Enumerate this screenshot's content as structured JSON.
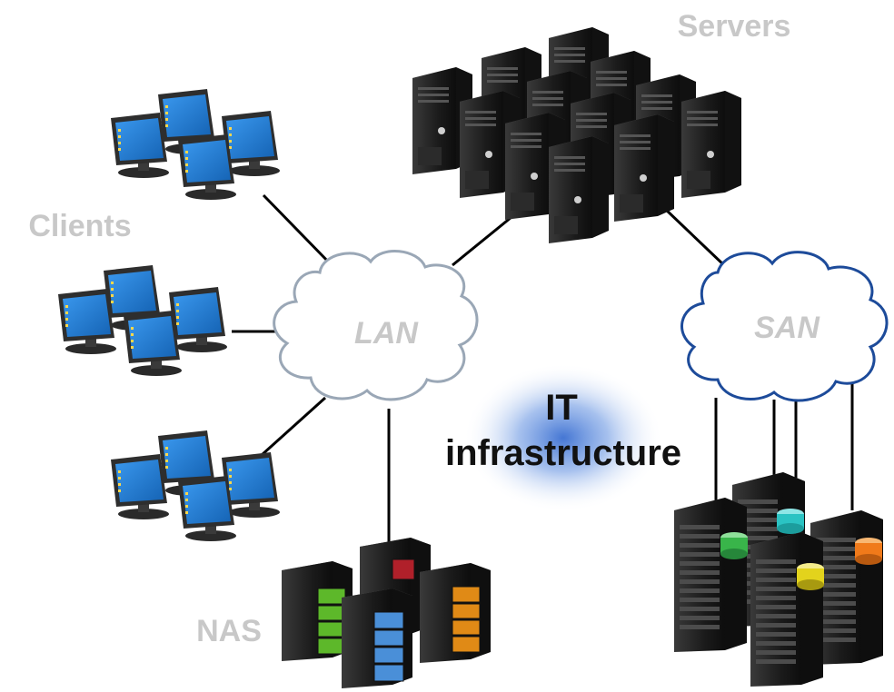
{
  "labels": {
    "servers": "Servers",
    "clients": "Clients",
    "nas": "NAS",
    "lan": "LAN",
    "san": "SAN",
    "center_line1": "IT",
    "center_line2": "infrastructure"
  },
  "colors": {
    "label_grey": "#c8c8c8",
    "lan_cloud_stroke": "#9aa7b6",
    "san_cloud_stroke": "#1d4b9a",
    "monitor_screen": "#1f7ed6",
    "server_body": "#1e1e1e",
    "center_glow": "#3b6fd1",
    "nas_drive_colors": [
      "#5db82a",
      "#b0202a",
      "#4a8fd8",
      "#e08a16"
    ],
    "san_disk_colors": [
      "#39b54a",
      "#2bc3c3",
      "#e3d31c",
      "#f07a1a"
    ]
  },
  "icons": {
    "client": "monitor-icon",
    "server": "server-tower-icon",
    "nas": "nas-unit-icon",
    "storage": "storage-array-icon",
    "network": "cloud-icon"
  }
}
